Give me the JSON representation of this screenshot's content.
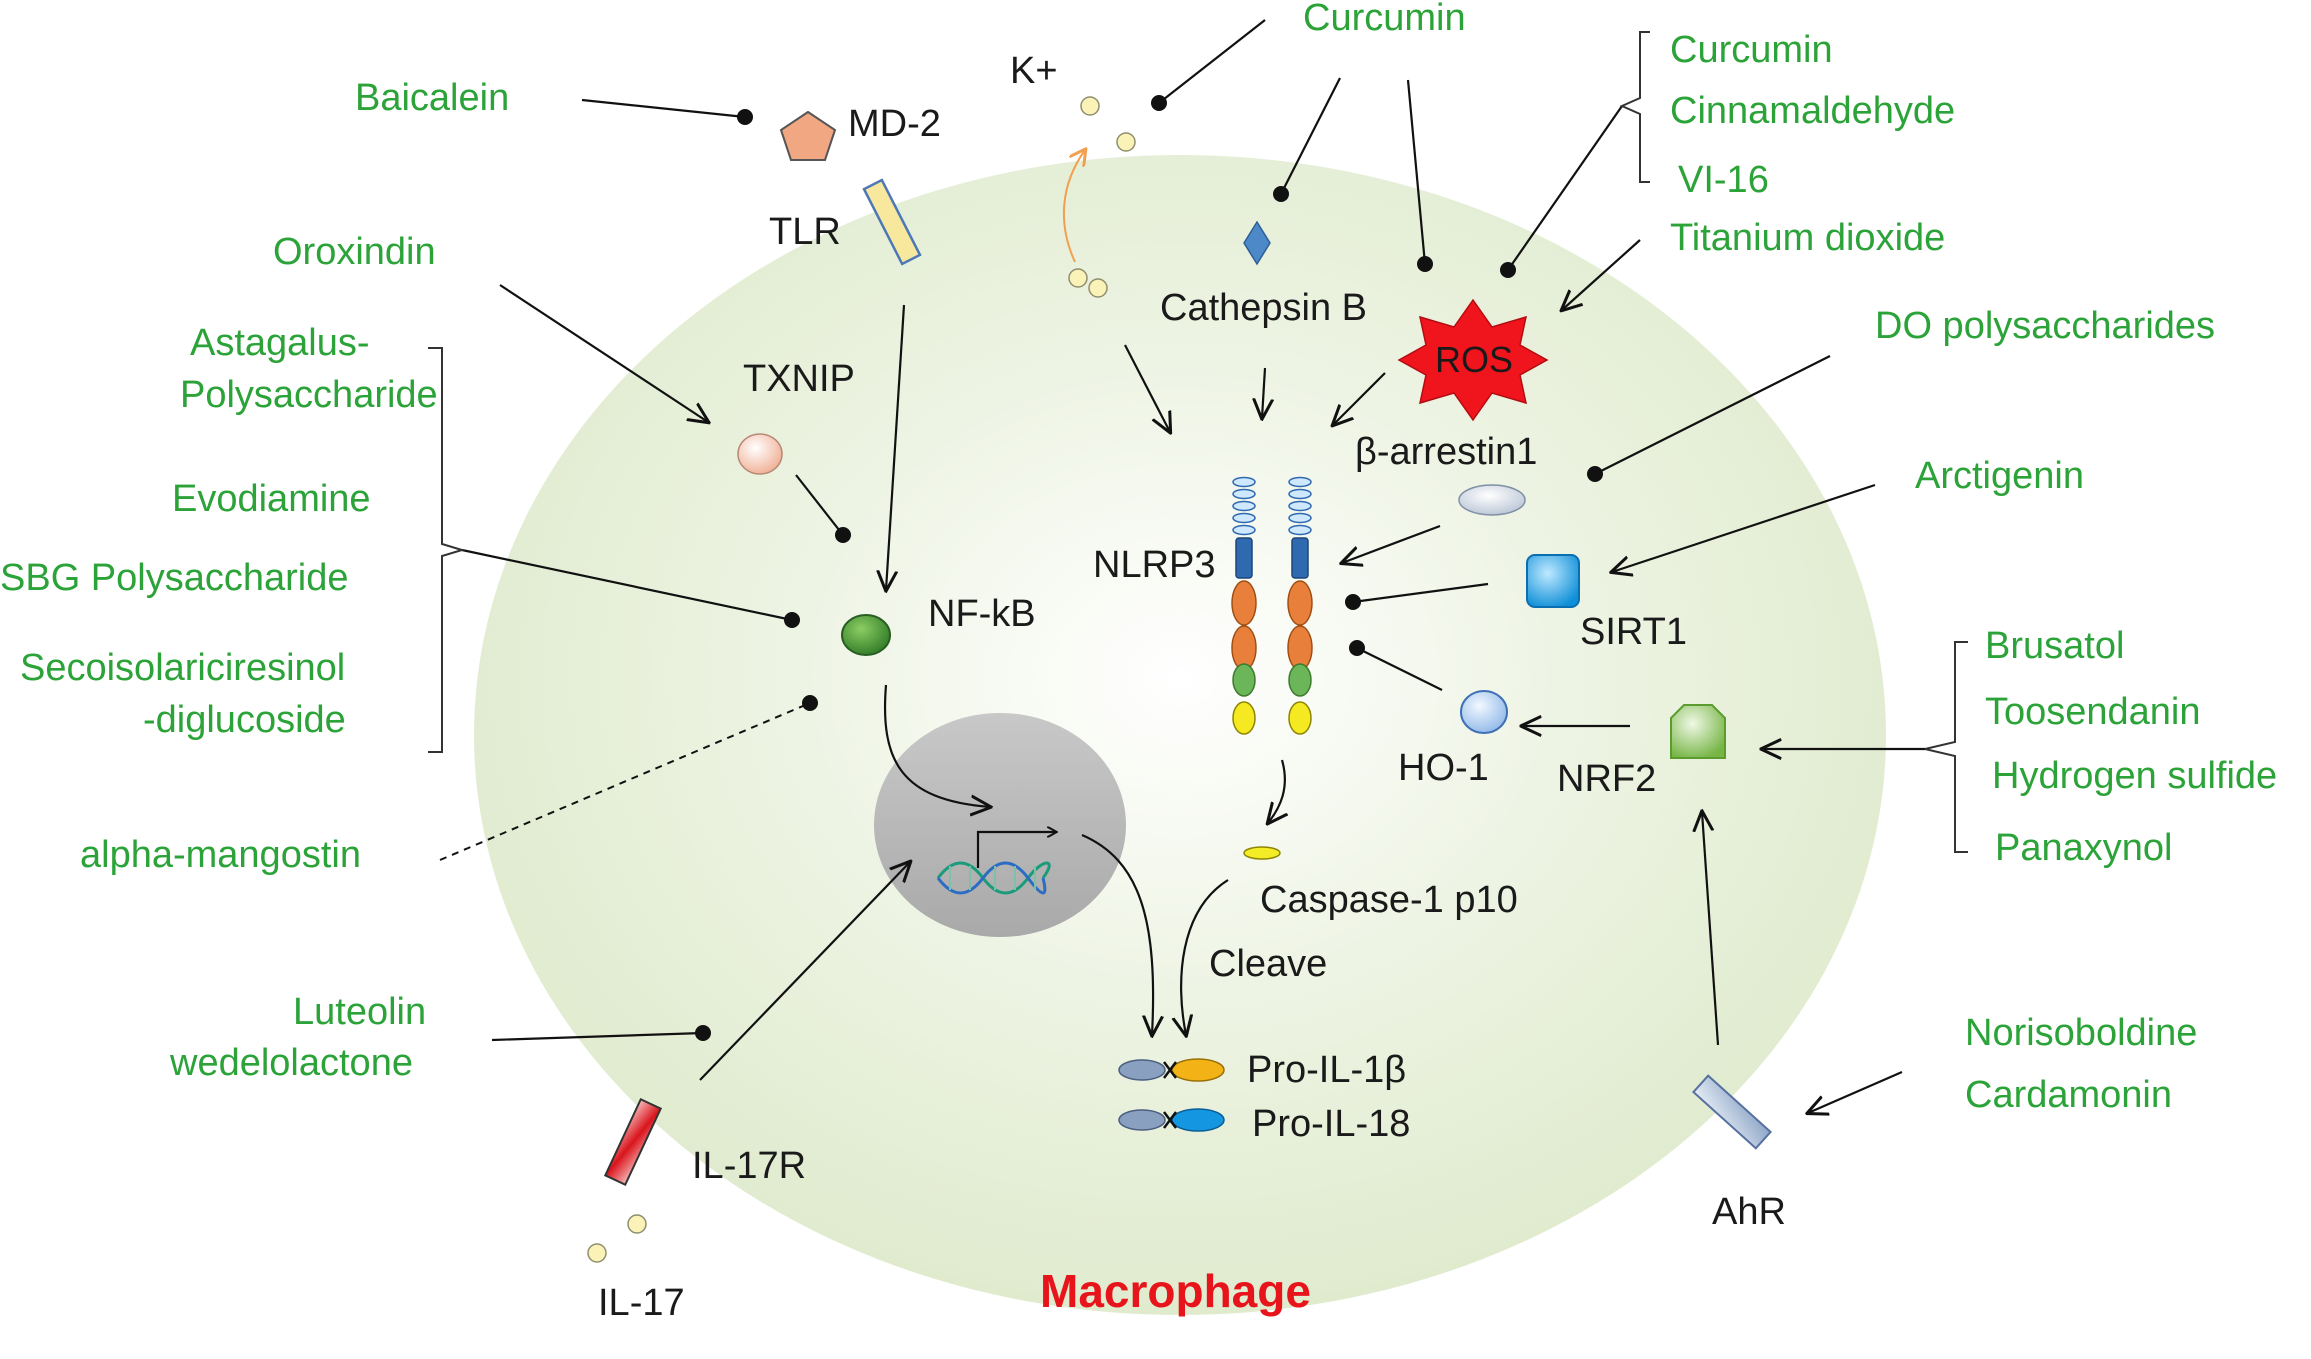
{
  "cell_label": "Macrophage",
  "molecules": {
    "k": "K+",
    "md2": "MD-2",
    "tlr": "TLR",
    "txnip": "TXNIP",
    "nfkb": "NF-kB",
    "cathepsin": "Cathepsin B",
    "ros": "ROS",
    "barrestin": "β-arrestin1",
    "nlrp3": "NLRP3",
    "sirt1": "SIRT1",
    "ho1": "HO-1",
    "nrf2": "NRF2",
    "casp": "Caspase-1 p10",
    "cleave": "Cleave",
    "proil1b": "Pro-IL-1β",
    "proil18": "Pro-IL-18",
    "il17r": "IL-17R",
    "il17": "IL-17",
    "ahr": "AhR"
  },
  "drugs": {
    "baicalein": "Baicalein",
    "curcumin_top": "Curcumin",
    "curcumin": "Curcumin",
    "cinnamaldehyde": "Cinnamaldehyde",
    "vi16": "VI-16",
    "titanium": "Titanium dioxide",
    "oroxindin": "Oroxindin",
    "astragalus1": "Astagalus-",
    "astragalus2": "Polysaccharide",
    "evodiamine": "Evodiamine",
    "sbg": "SBG Polysaccharide",
    "secoiso1": "Secoisolariciresinol",
    "secoiso2": "-diglucoside",
    "mangostin": "alpha-mangostin",
    "luteolin": "Luteolin",
    "wedelolactone": "wedelolactone",
    "do_poly": "DO polysaccharides",
    "arctigenin": "Arctigenin",
    "brusatol": "Brusatol",
    "toosendanin": "Toosendanin",
    "h2s": "Hydrogen sulfide",
    "panaxynol": "Panaxynol",
    "norisoboldine": "Norisoboldine",
    "cardamonin": "Cardamonin"
  },
  "colors": {
    "drug_text": "#2ca339",
    "cell_label": "#e8141c",
    "cell_fill": "#e2ecd2",
    "ros_fill": "#f0141c"
  }
}
